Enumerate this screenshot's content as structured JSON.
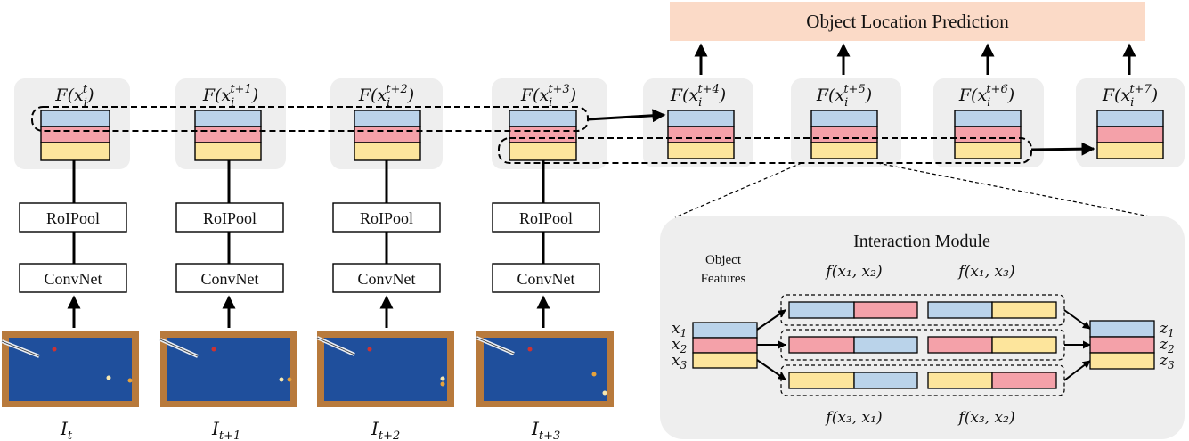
{
  "header": {
    "title": "Object Location Prediction"
  },
  "timesteps": [
    {
      "feature_base": "F(x",
      "feature_sub": "i",
      "feature_sup": "t",
      "pool_label": "RoIPool",
      "net_label": "ConvNet",
      "frame_base": "I",
      "frame_sub": "t"
    },
    {
      "feature_base": "F(x",
      "feature_sub": "i",
      "feature_sup": "t+1",
      "pool_label": "RoIPool",
      "net_label": "ConvNet",
      "frame_base": "I",
      "frame_sub": "t+1"
    },
    {
      "feature_base": "F(x",
      "feature_sub": "i",
      "feature_sup": "t+2",
      "pool_label": "RoIPool",
      "net_label": "ConvNet",
      "frame_base": "I",
      "frame_sub": "t+2"
    },
    {
      "feature_base": "F(x",
      "feature_sub": "i",
      "feature_sup": "t+3",
      "pool_label": "RoIPool",
      "net_label": "ConvNet",
      "frame_base": "I",
      "frame_sub": "t+3"
    }
  ],
  "predictions": [
    {
      "feature_base": "F(x",
      "feature_sub": "i",
      "feature_sup": "t+4"
    },
    {
      "feature_base": "F(x",
      "feature_sub": "i",
      "feature_sup": "t+5"
    },
    {
      "feature_base": "F(x",
      "feature_sub": "i",
      "feature_sup": "t+6"
    },
    {
      "feature_base": "F(x",
      "feature_sub": "i",
      "feature_sup": "t+7"
    }
  ],
  "module": {
    "title": "Interaction  Module",
    "features_label_line1": "Object",
    "features_label_line2": "Features",
    "inputs": [
      {
        "base": "x",
        "sub": "1"
      },
      {
        "base": "x",
        "sub": "2"
      },
      {
        "base": "x",
        "sub": "3"
      }
    ],
    "outputs": [
      {
        "base": "z",
        "sub": "1"
      },
      {
        "base": "z",
        "sub": "2"
      },
      {
        "base": "z",
        "sub": "3"
      }
    ],
    "pair_labels": {
      "f12": "f(x₁, x₂)",
      "f13": "f(x₁, x₃)",
      "f31": "f(x₃, x₁)",
      "f32": "f(x₃, x₂)"
    }
  },
  "colors": {
    "blue": "#bad3ea",
    "red": "#f4a1a9",
    "yellow": "#fde59c",
    "header_bg": "#fbdac7",
    "panel_bg": "#eeeeee",
    "table_blue": "#1f4f9c",
    "table_wood": "#b87a3c"
  },
  "icons": {
    "arrow": "arrow-head-icon"
  }
}
